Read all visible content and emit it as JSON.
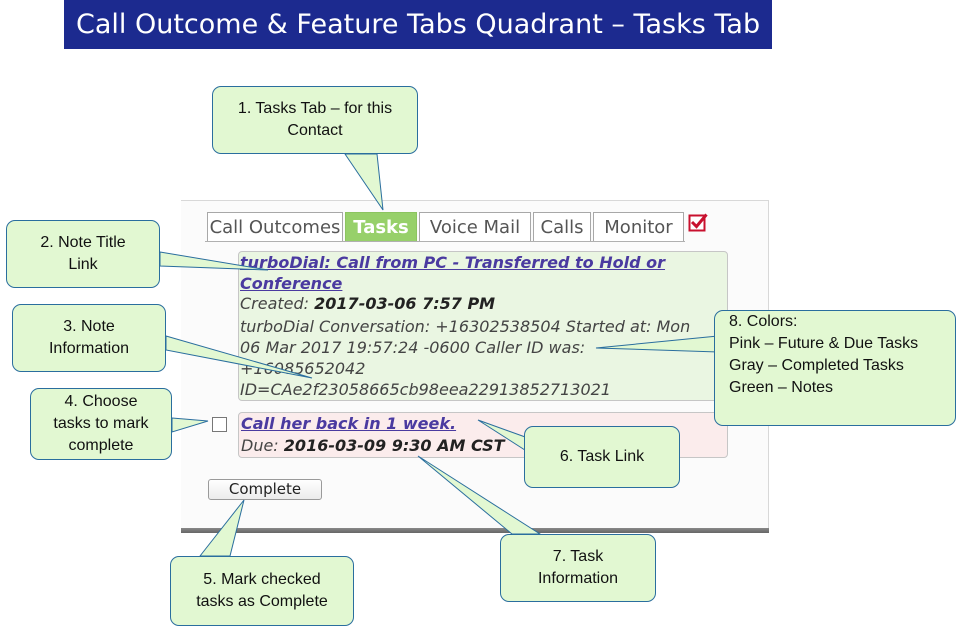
{
  "title": "Call Outcome & Feature Tabs Quadrant – Tasks Tab",
  "tabs": [
    "Call Outcomes",
    "Tasks",
    "Voice Mail",
    "Calls",
    "Monitor"
  ],
  "icons": {
    "tab_check": "checkbox-checked-icon"
  },
  "colors": {
    "title_bg": "#1c2a8f",
    "active_tab": "#97d06a",
    "note_bg": "#eaf6e2",
    "task_bg": "#fbecec",
    "callout_bg": "#e2f8d2",
    "callout_border": "#2a6e9e",
    "link": "#4a3aa0"
  },
  "note": {
    "title_line1": "turboDial: Call from PC - Transferred to Hold or",
    "title_line2": "Conference",
    "created_label": "Created:",
    "created_value": "2017-03-06 7:57 PM",
    "body_line1": "turboDial Conversation: +16302538504 Started at: Mon",
    "body_line2": "06 Mar 2017 19:57:24 -0600 Caller ID was:",
    "body_line3": "+16085652042",
    "body_line4": "ID=CAe2f23058665cb98eea22913852713021"
  },
  "task": {
    "link": "Call her back in 1 week.",
    "due_label": "Due:",
    "due_value": "2016-03-09 9:30 AM CST",
    "checked": false
  },
  "complete_button": "Complete",
  "callouts": {
    "c1_line1": "1. Tasks Tab – for this",
    "c1_line2": "Contact",
    "c2_line1": "2. Note Title",
    "c2_line2": "Link",
    "c3_line1": "3. Note",
    "c3_line2": "Information",
    "c4_line1": "4. Choose",
    "c4_line2": "tasks to mark",
    "c4_line3": "complete",
    "c5_line1": "5. Mark checked",
    "c5_line2": "tasks as Complete",
    "c6": "6. Task Link",
    "c7_line1": "7. Task",
    "c7_line2": "Information",
    "c8_line1": "8. Colors:",
    "c8_line2": "Pink – Future & Due Tasks",
    "c8_line3": "Gray – Completed Tasks",
    "c8_line4": "Green – Notes"
  }
}
